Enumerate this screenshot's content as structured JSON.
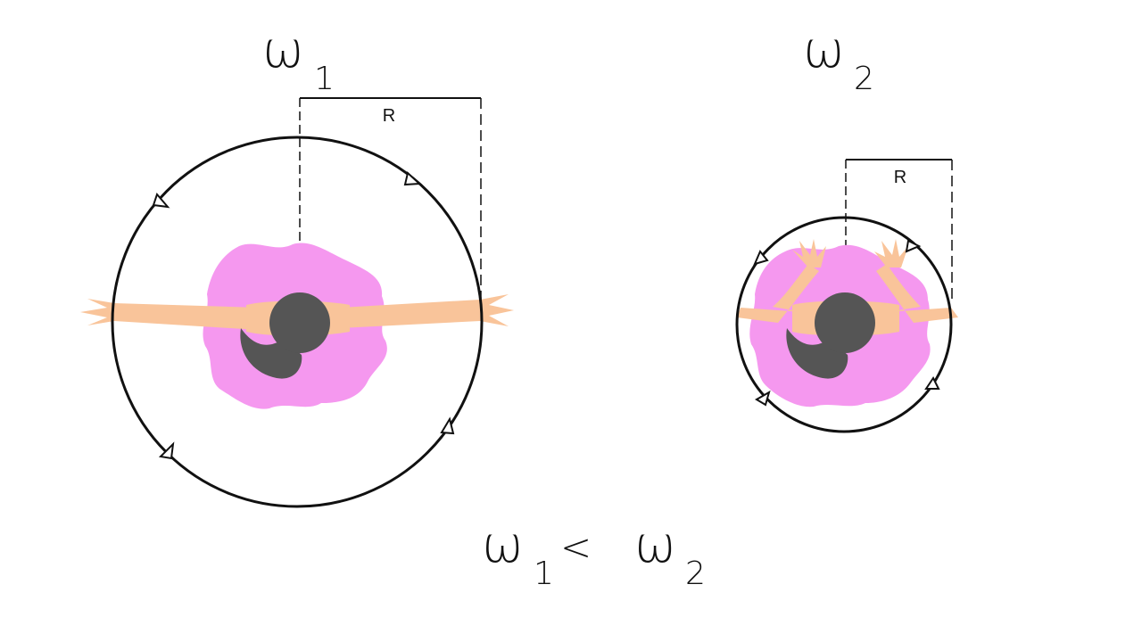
{
  "left_figure": {
    "omega_symbol": "ω",
    "omega_subscript": "1",
    "radius_label": "R"
  },
  "right_figure": {
    "omega_symbol": "ω",
    "omega_subscript": "2",
    "radius_label": "R"
  },
  "relation": {
    "left_symbol": "ω",
    "left_subscript": "1",
    "operator": "<",
    "right_symbol": "ω",
    "right_subscript": "2"
  },
  "colors": {
    "skirt": "#f598ef",
    "skin": "#f9c49a",
    "hair": "#555555",
    "line": "#111111"
  }
}
